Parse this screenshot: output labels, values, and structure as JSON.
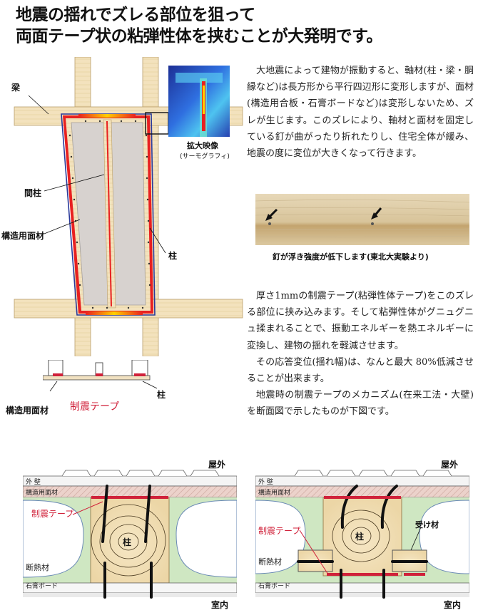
{
  "heading": {
    "line1": "地震の揺れでズレる部位を狙って",
    "line2": "両面テープ状の粘弾性体を挟むことが大発明です。"
  },
  "top_figure": {
    "beam_label": "梁",
    "stud_label": "間柱",
    "panel_label": "構造用面材",
    "column_label": "柱",
    "zoom_caption": "拡大映像",
    "zoom_sub": "(サーモグラフィ)"
  },
  "small_section": {
    "panel_label": "構造用面材",
    "column_label": "柱",
    "tape_label": "制震テープ"
  },
  "paragraph1": "大地震によって建物が振動すると、軸材(柱・梁・胴縁など)は長方形から平行四辺形に変形しますが、面材(構造用合板・石膏ボードなど)は変形しないため、ズレが生じます。このズレにより、軸材と面材を固定している釘が曲がったり折れたりし、住宅全体が緩み、地震の度に変位が大きくなって行きます。",
  "photo_caption": "釘が浮き強度が低下します(東北大実験より)",
  "paragraph2": "厚さ1mmの制震テープ(粘弾性体テープ)をこのズレる部位に挟み込みます。そして粘弾性体がグニュグニュ揉まれることで、振動エネルギーを熱エネルギーに変換し、建物の揺れを軽減させます。",
  "paragraph3": "その応答変位(揺れ幅)は、なんと最大 80%低減させることが出来ます。",
  "paragraph4": "地震時の制震テープのメカニズム(在来工法・大壁)を断面図で示したものが下図です。",
  "diagram_left": {
    "outside": "屋外",
    "outer_wall": "外 壁",
    "panel": "構造用面材",
    "tape": "制震テープ",
    "column": "柱",
    "insulation": "断熱材",
    "gypsum": "石膏ボード",
    "inside": "室内"
  },
  "diagram_right": {
    "outside": "屋外",
    "outer_wall": "外 壁",
    "panel": "構造用面材",
    "tape": "制震テープ",
    "support": "受け材",
    "column": "柱",
    "insulation": "断熱材",
    "gypsum": "石膏ボード",
    "inside": "室内"
  },
  "colors": {
    "tape_red": "#d0213a",
    "wood": "#f2dfb4",
    "panel_hatch": "#e8c9c2",
    "insulation": "#cfe7c2"
  }
}
